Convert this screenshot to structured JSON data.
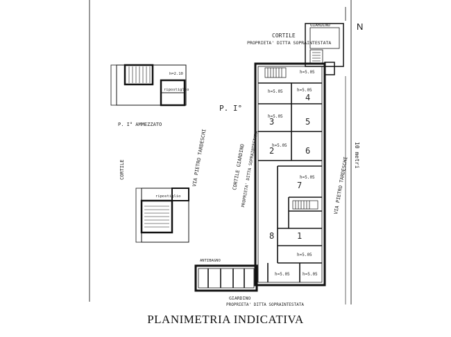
{
  "title": "PLANIMETRIA INDICATIVA",
  "north": "N",
  "scale": "10 metri",
  "labels": {
    "cortile_top": "CORTILE",
    "proprieta_top": "PROPRIETA' DITTA SOPRAINTESTATA",
    "giardino_top": "GIARDINO",
    "piano": "P. I°",
    "ammezzato": "P. I° AMMEZZATO",
    "cortile_left": "CORTILE",
    "via_left": "VIA PIETRO TARDESCHI",
    "cortile_giardino": "CORTILE GIARDINO",
    "proprieta_side": "PROPRIETA' DITTA SOPRAINTESTATA",
    "via_right": "VIA PIETRO TARDESCHI",
    "giardino_bottom": "GIARDINO",
    "proprieta_bottom": "PROPRIETA' DITTA SOPRAINTESTATA",
    "antibagno": "ANTIBAGNO",
    "ripostiglio_a": "ripostiglio",
    "ripostiglio_b": "ripostiglio",
    "h_ammezzato": "h=2.10",
    "h_room_1": "h=5.05",
    "h_room_2": "h=5.05",
    "h_room_3": "h=5.05",
    "h_room_4": "h=5.05",
    "h_room_5": "h=5.05",
    "h_room_6": "h=5.05",
    "h_room_7": "h=5.05",
    "h_room_8": "h=5.05",
    "h_room_9": "h=5.05"
  }
}
